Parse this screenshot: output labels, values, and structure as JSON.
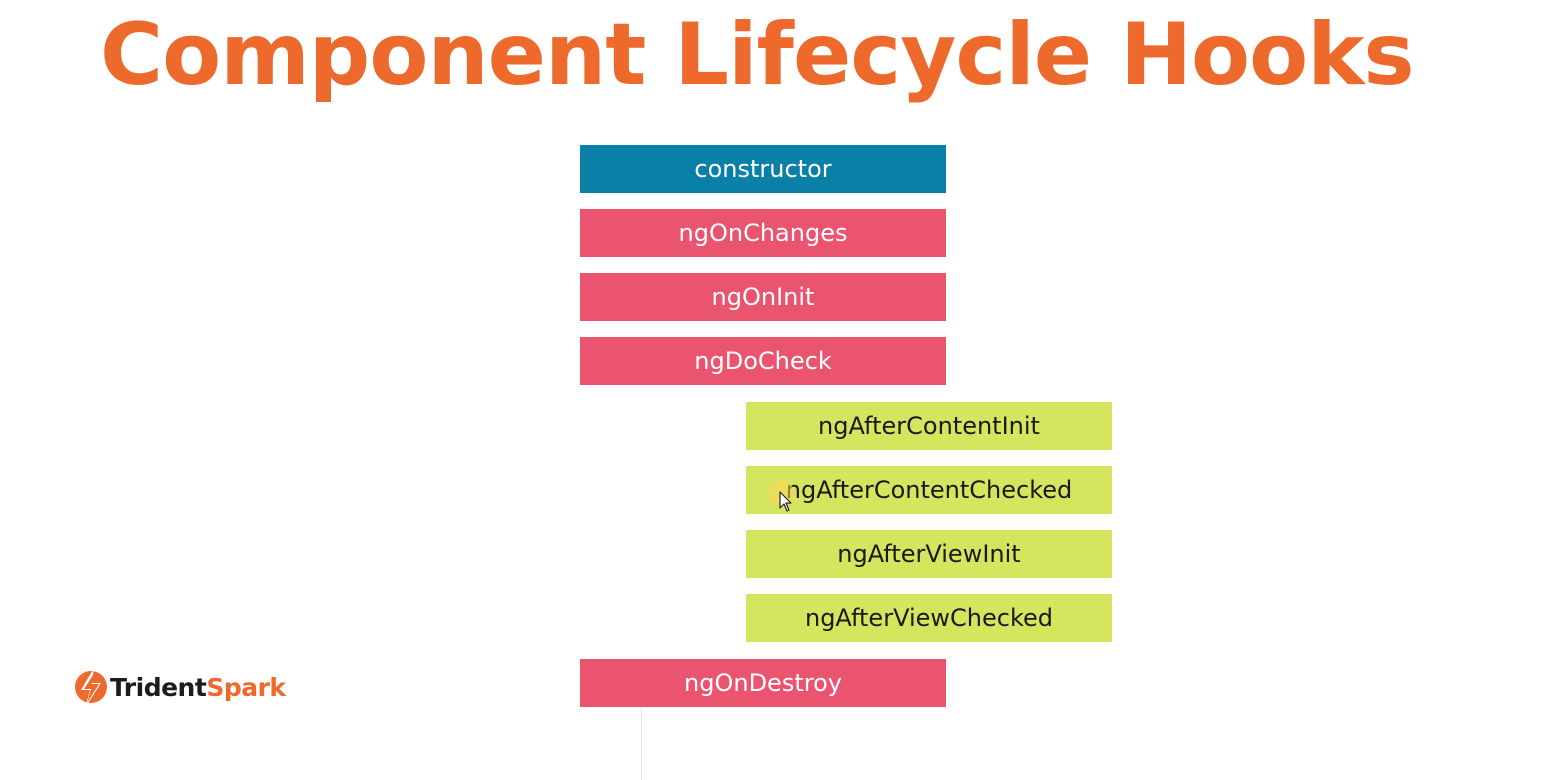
{
  "slide": {
    "title": "Component Lifecycle Hooks",
    "hooks": [
      {
        "label": "constructor",
        "group": "init"
      },
      {
        "label": "ngOnChanges",
        "group": "parent"
      },
      {
        "label": "ngOnInit",
        "group": "parent"
      },
      {
        "label": "ngDoCheck",
        "group": "parent"
      },
      {
        "label": "ngAfterContentInit",
        "group": "child"
      },
      {
        "label": "ngAfterContentChecked",
        "group": "child"
      },
      {
        "label": "ngAfterViewInit",
        "group": "child"
      },
      {
        "label": "ngAfterViewChecked",
        "group": "child"
      },
      {
        "label": "ngOnDestroy",
        "group": "parent"
      }
    ]
  },
  "logo": {
    "text_a": "Trident",
    "text_b": "Spark",
    "icon": "lightning-bolt-icon"
  },
  "colors": {
    "title": "#ee6a2c",
    "init": "#0a7fa8",
    "parent": "#ea546f",
    "child": "#d6e55e"
  }
}
